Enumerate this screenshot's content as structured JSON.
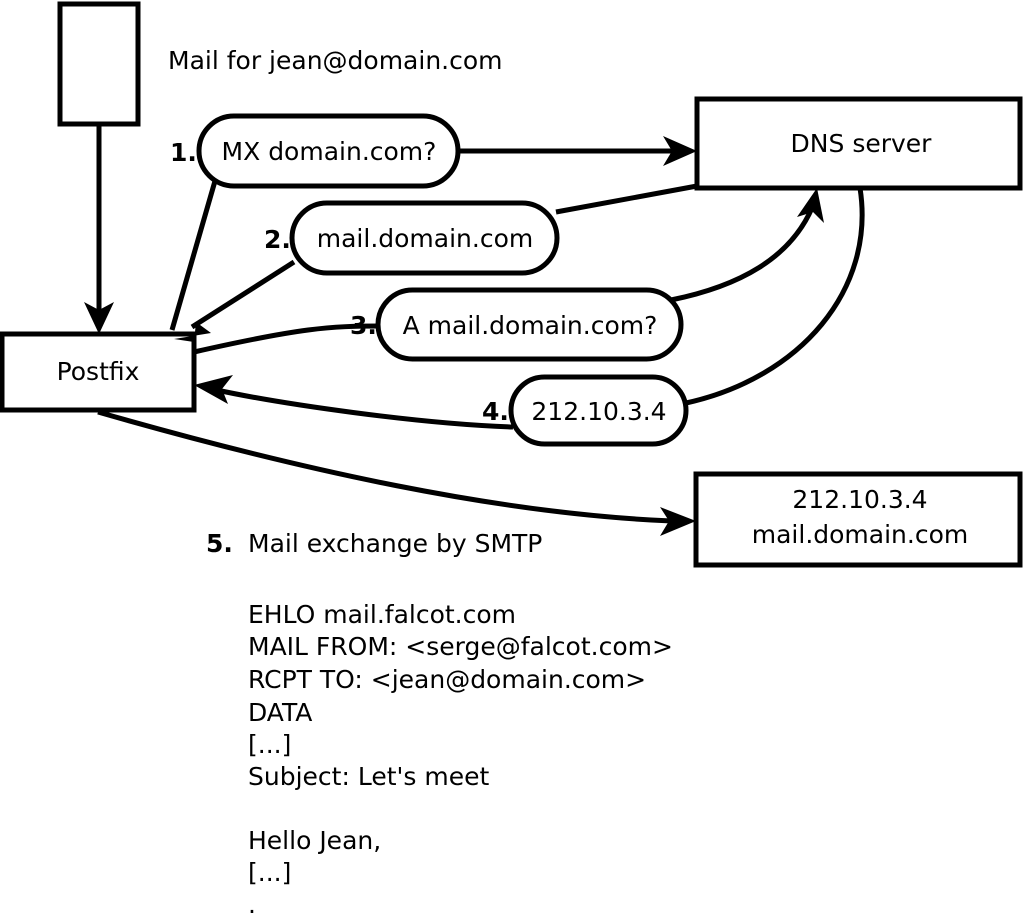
{
  "caption": "Mail for jean@domain.com",
  "nodes": {
    "sender_box": {
      "label": ""
    },
    "postfix": {
      "label": "Postfix"
    },
    "dns": {
      "label": "DNS server"
    },
    "target_server": {
      "line1": "212.10.3.4",
      "line2": "mail.domain.com"
    }
  },
  "steps": [
    {
      "number": "1.",
      "text": "MX domain.com?"
    },
    {
      "number": "2.",
      "text": "mail.domain.com"
    },
    {
      "number": "3.",
      "text": "A mail.domain.com?"
    },
    {
      "number": "4.",
      "text": "212.10.3.4"
    }
  ],
  "step5": {
    "number": "5.",
    "text": "Mail exchange by SMTP"
  },
  "smtp_transcript": [
    "EHLO mail.falcot.com",
    "MAIL FROM: <serge@falcot.com>",
    "RCPT TO: <jean@domain.com>",
    "DATA",
    "[...]",
    "Subject: Let's meet",
    "",
    "Hello Jean,",
    "[...]",
    "."
  ],
  "colors": {
    "stroke": "#000000",
    "fill": "#ffffff",
    "text": "#000000"
  }
}
